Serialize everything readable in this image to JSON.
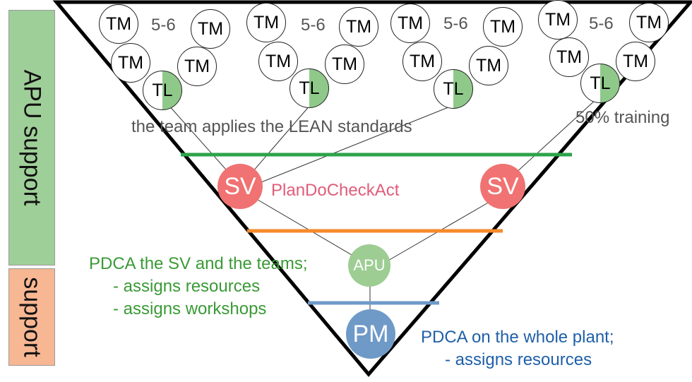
{
  "sidebar": {
    "apu_support": "APU support",
    "support": "support"
  },
  "groups": [
    {
      "tm": [
        "TM",
        "TM",
        "TM",
        "TM"
      ],
      "count": "5-6",
      "tl": "TL"
    },
    {
      "tm": [
        "TM",
        "TM",
        "TM",
        "TM"
      ],
      "count": "5-6",
      "tl": "TL"
    },
    {
      "tm": [
        "TM",
        "TM",
        "TM",
        "TM"
      ],
      "count": "5-6",
      "tl": "TL"
    },
    {
      "tm": [
        "TM",
        "TM",
        "TM",
        "TM"
      ],
      "count": "5-6",
      "tl": "TL"
    }
  ],
  "notes": {
    "team_applies": "the team applies the LEAN standards",
    "training": "50% training",
    "pdca": "PlanDoCheckAct"
  },
  "sv": [
    "SV",
    "SV"
  ],
  "apu": {
    "label": "APU",
    "desc": [
      "PDCA the SV and the teams;",
      "- assigns resources",
      "- assigns workshops"
    ]
  },
  "pm": {
    "label": "PM",
    "desc": [
      "PDCA on the whole plant;",
      "- assigns resources"
    ]
  },
  "colors": {
    "green_line": "#2ca34a",
    "orange_line": "#f58a2b",
    "blue_line": "#6f9ac8",
    "sv_fill": "#f07272",
    "apu_fill": "#9dcd93",
    "pm_fill": "#6f9ac8",
    "pdca_text": "#e05c7a",
    "apu_text": "#3a9a36",
    "pm_text": "#1f5fa8"
  }
}
